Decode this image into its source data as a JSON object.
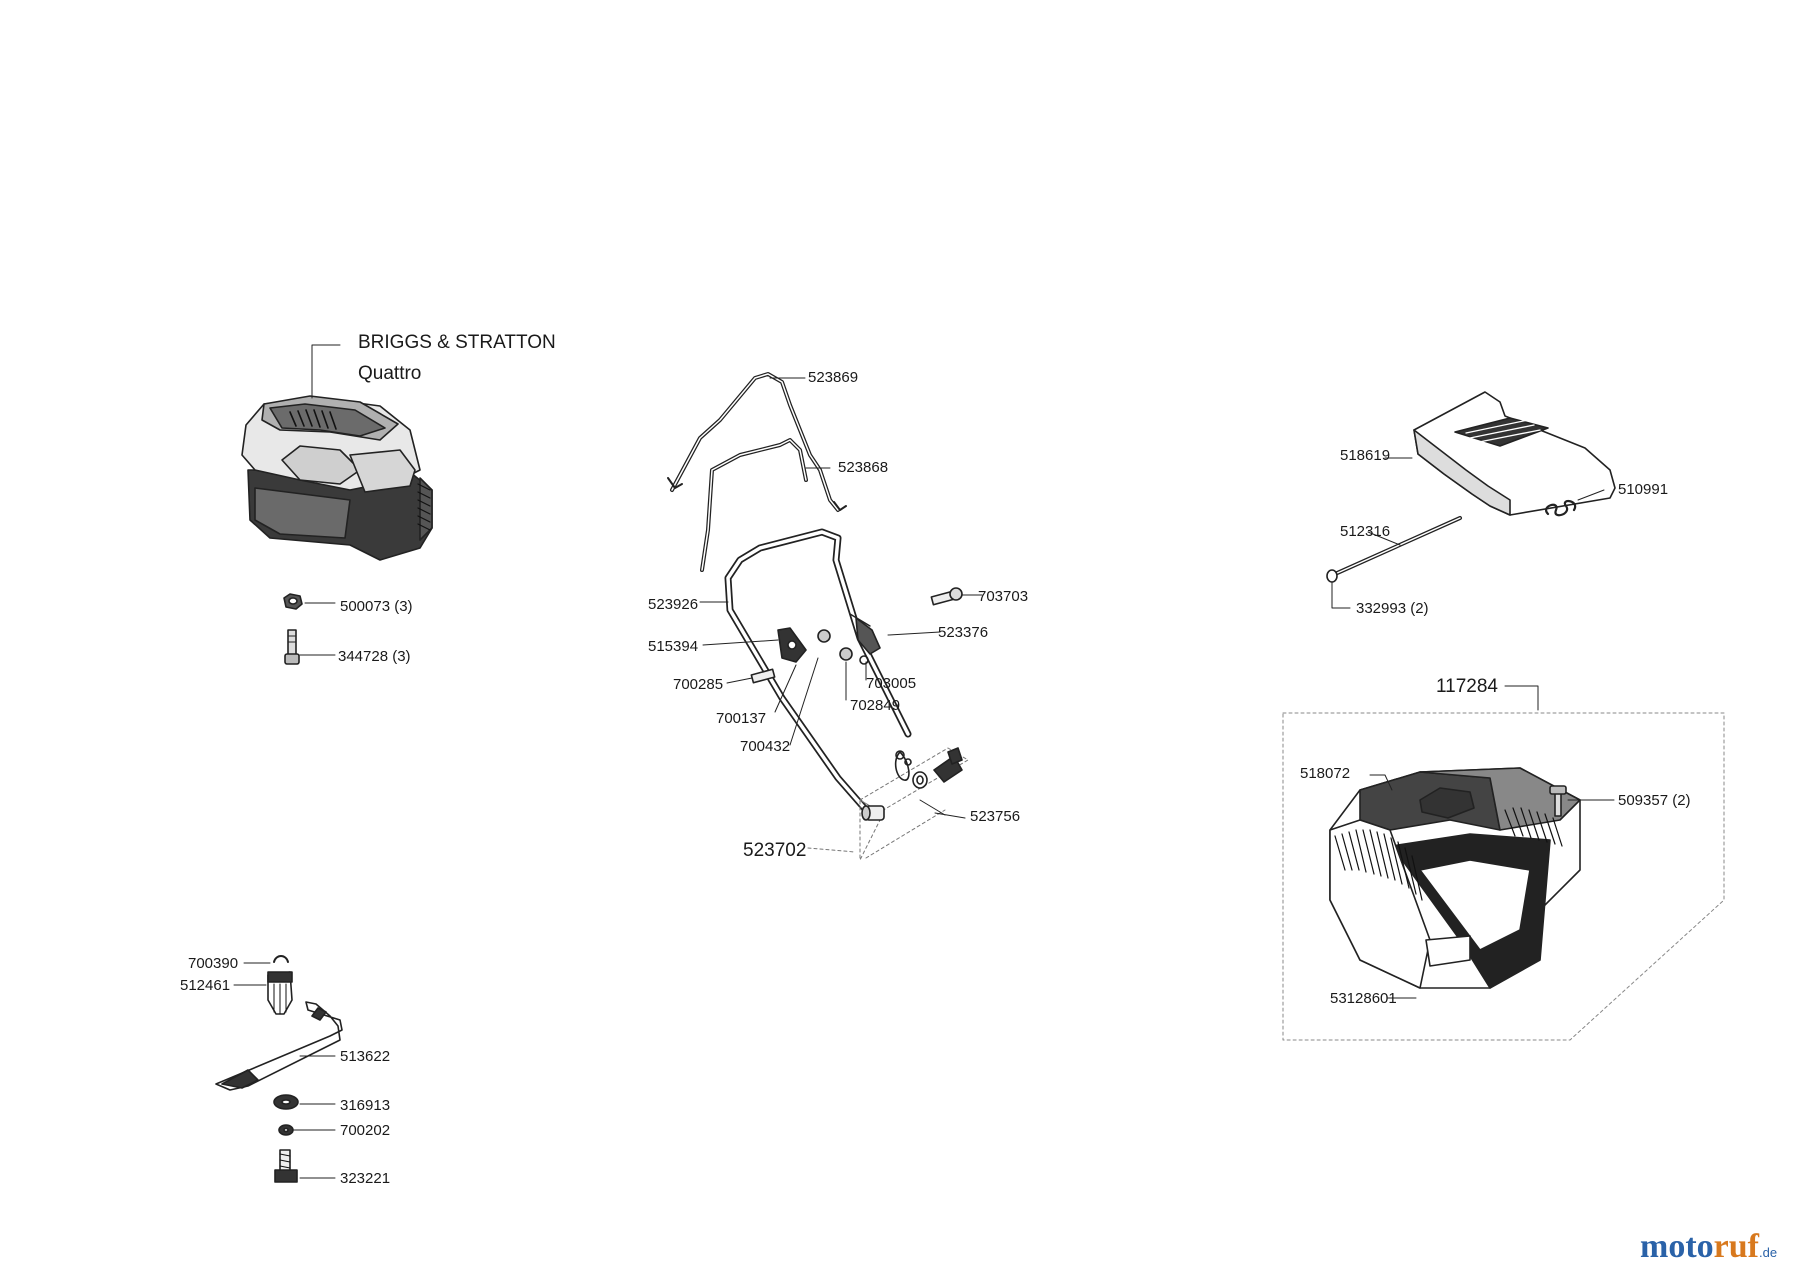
{
  "engine": {
    "brand_line1": "BRIGGS & STRATTON",
    "brand_line2": "Quattro"
  },
  "parts": {
    "nut_500073": "500073 (3)",
    "stud_344728": "344728 (3)",
    "upper_handle": "523869",
    "handle_bar": "523868",
    "lower_handle": "523926",
    "handle_bracket": "515394",
    "bolt_700285": "700285",
    "bolt_700137": "700137",
    "washer_700432": "700432",
    "nut_702849": "702849",
    "nut_703005": "703005",
    "screw_703703": "703703",
    "knob_523376": "523376",
    "kit_523756": "523756",
    "kit_523702": "523702",
    "flap_518619": "518619",
    "spring_510991": "510991",
    "rod_512316": "512316",
    "washer_332993": "332993 (2)",
    "catcher_117284": "117284",
    "catcher_top_518072": "518072",
    "screw_509357": "509357 (2)",
    "catcher_bottom_53128601": "53128601",
    "key_700390": "700390",
    "adapter_512461": "512461",
    "blade_513622": "513622",
    "washer_316913": "316913",
    "lockwasher_700202": "700202",
    "blade_bolt_323221": "323221"
  },
  "watermark": {
    "part1": "moto",
    "part2": "ruf",
    "tld": ".de",
    "color_primary": "#2a62a8",
    "color_accent": "#d8791e"
  }
}
